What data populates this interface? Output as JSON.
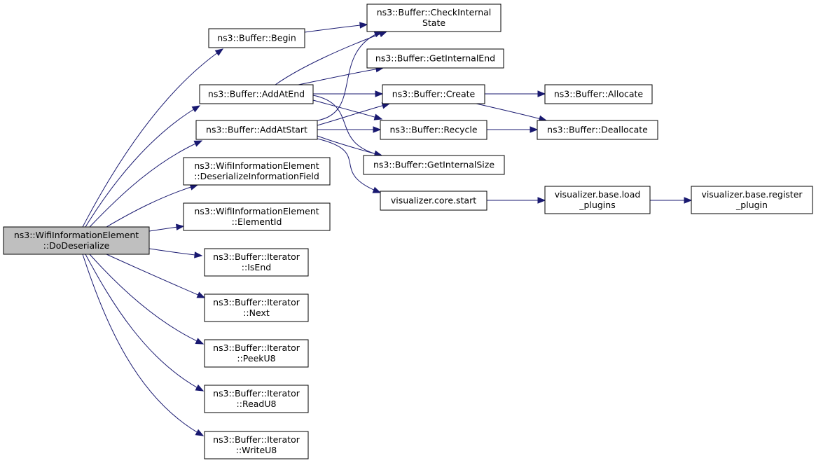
{
  "colors": {
    "edge": "#191970",
    "node_fill": "#ffffff",
    "node_highlight_fill": "#bfbfbf",
    "node_border": "#000000",
    "background": "#ffffff"
  },
  "nodes": [
    {
      "id": "do_deserialize",
      "lines": [
        "ns3::WifiInformationElement",
        "::DoDeserialize"
      ],
      "highlight": true
    },
    {
      "id": "begin",
      "lines": [
        "ns3::Buffer::Begin"
      ]
    },
    {
      "id": "check_internal_state",
      "lines": [
        "ns3::Buffer::CheckInternal",
        "State"
      ]
    },
    {
      "id": "get_internal_end",
      "lines": [
        "ns3::Buffer::GetInternalEnd"
      ]
    },
    {
      "id": "add_at_end",
      "lines": [
        "ns3::Buffer::AddAtEnd"
      ]
    },
    {
      "id": "create",
      "lines": [
        "ns3::Buffer::Create"
      ]
    },
    {
      "id": "allocate",
      "lines": [
        "ns3::Buffer::Allocate"
      ]
    },
    {
      "id": "add_at_start",
      "lines": [
        "ns3::Buffer::AddAtStart"
      ]
    },
    {
      "id": "recycle",
      "lines": [
        "ns3::Buffer::Recycle"
      ]
    },
    {
      "id": "deallocate",
      "lines": [
        "ns3::Buffer::Deallocate"
      ]
    },
    {
      "id": "get_internal_size",
      "lines": [
        "ns3::Buffer::GetInternalSize"
      ]
    },
    {
      "id": "deserialize_information_field",
      "lines": [
        "ns3::WifiInformationElement",
        "::DeserializeInformationField"
      ]
    },
    {
      "id": "visualizer_core_start",
      "lines": [
        "visualizer.core.start"
      ]
    },
    {
      "id": "visualizer_base_load_plugins",
      "lines": [
        "visualizer.base.load",
        "_plugins"
      ]
    },
    {
      "id": "visualizer_base_register_plugin",
      "lines": [
        "visualizer.base.register",
        "_plugin"
      ]
    },
    {
      "id": "element_id",
      "lines": [
        "ns3::WifiInformationElement",
        "::ElementId"
      ]
    },
    {
      "id": "iterator_is_end",
      "lines": [
        "ns3::Buffer::Iterator",
        "::IsEnd"
      ]
    },
    {
      "id": "iterator_next",
      "lines": [
        "ns3::Buffer::Iterator",
        "::Next"
      ]
    },
    {
      "id": "iterator_peek_u8",
      "lines": [
        "ns3::Buffer::Iterator",
        "::PeekU8"
      ]
    },
    {
      "id": "iterator_read_u8",
      "lines": [
        "ns3::Buffer::Iterator",
        "::ReadU8"
      ]
    },
    {
      "id": "iterator_write_u8",
      "lines": [
        "ns3::Buffer::Iterator",
        "::WriteU8"
      ]
    }
  ],
  "edges": [
    {
      "from": "do_deserialize",
      "to": "begin"
    },
    {
      "from": "do_deserialize",
      "to": "add_at_end"
    },
    {
      "from": "do_deserialize",
      "to": "add_at_start"
    },
    {
      "from": "do_deserialize",
      "to": "deserialize_information_field"
    },
    {
      "from": "do_deserialize",
      "to": "element_id"
    },
    {
      "from": "do_deserialize",
      "to": "iterator_is_end"
    },
    {
      "from": "do_deserialize",
      "to": "iterator_next"
    },
    {
      "from": "do_deserialize",
      "to": "iterator_peek_u8"
    },
    {
      "from": "do_deserialize",
      "to": "iterator_read_u8"
    },
    {
      "from": "do_deserialize",
      "to": "iterator_write_u8"
    },
    {
      "from": "begin",
      "to": "check_internal_state"
    },
    {
      "from": "add_at_end",
      "to": "check_internal_state"
    },
    {
      "from": "add_at_end",
      "to": "get_internal_end"
    },
    {
      "from": "add_at_end",
      "to": "create"
    },
    {
      "from": "add_at_end",
      "to": "recycle"
    },
    {
      "from": "add_at_end",
      "to": "get_internal_size"
    },
    {
      "from": "add_at_start",
      "to": "check_internal_state"
    },
    {
      "from": "add_at_start",
      "to": "create"
    },
    {
      "from": "add_at_start",
      "to": "recycle"
    },
    {
      "from": "add_at_start",
      "to": "get_internal_size"
    },
    {
      "from": "add_at_start",
      "to": "visualizer_core_start"
    },
    {
      "from": "create",
      "to": "allocate"
    },
    {
      "from": "create",
      "to": "deallocate"
    },
    {
      "from": "recycle",
      "to": "deallocate"
    },
    {
      "from": "visualizer_core_start",
      "to": "visualizer_base_load_plugins"
    },
    {
      "from": "visualizer_base_load_plugins",
      "to": "visualizer_base_register_plugin"
    }
  ]
}
